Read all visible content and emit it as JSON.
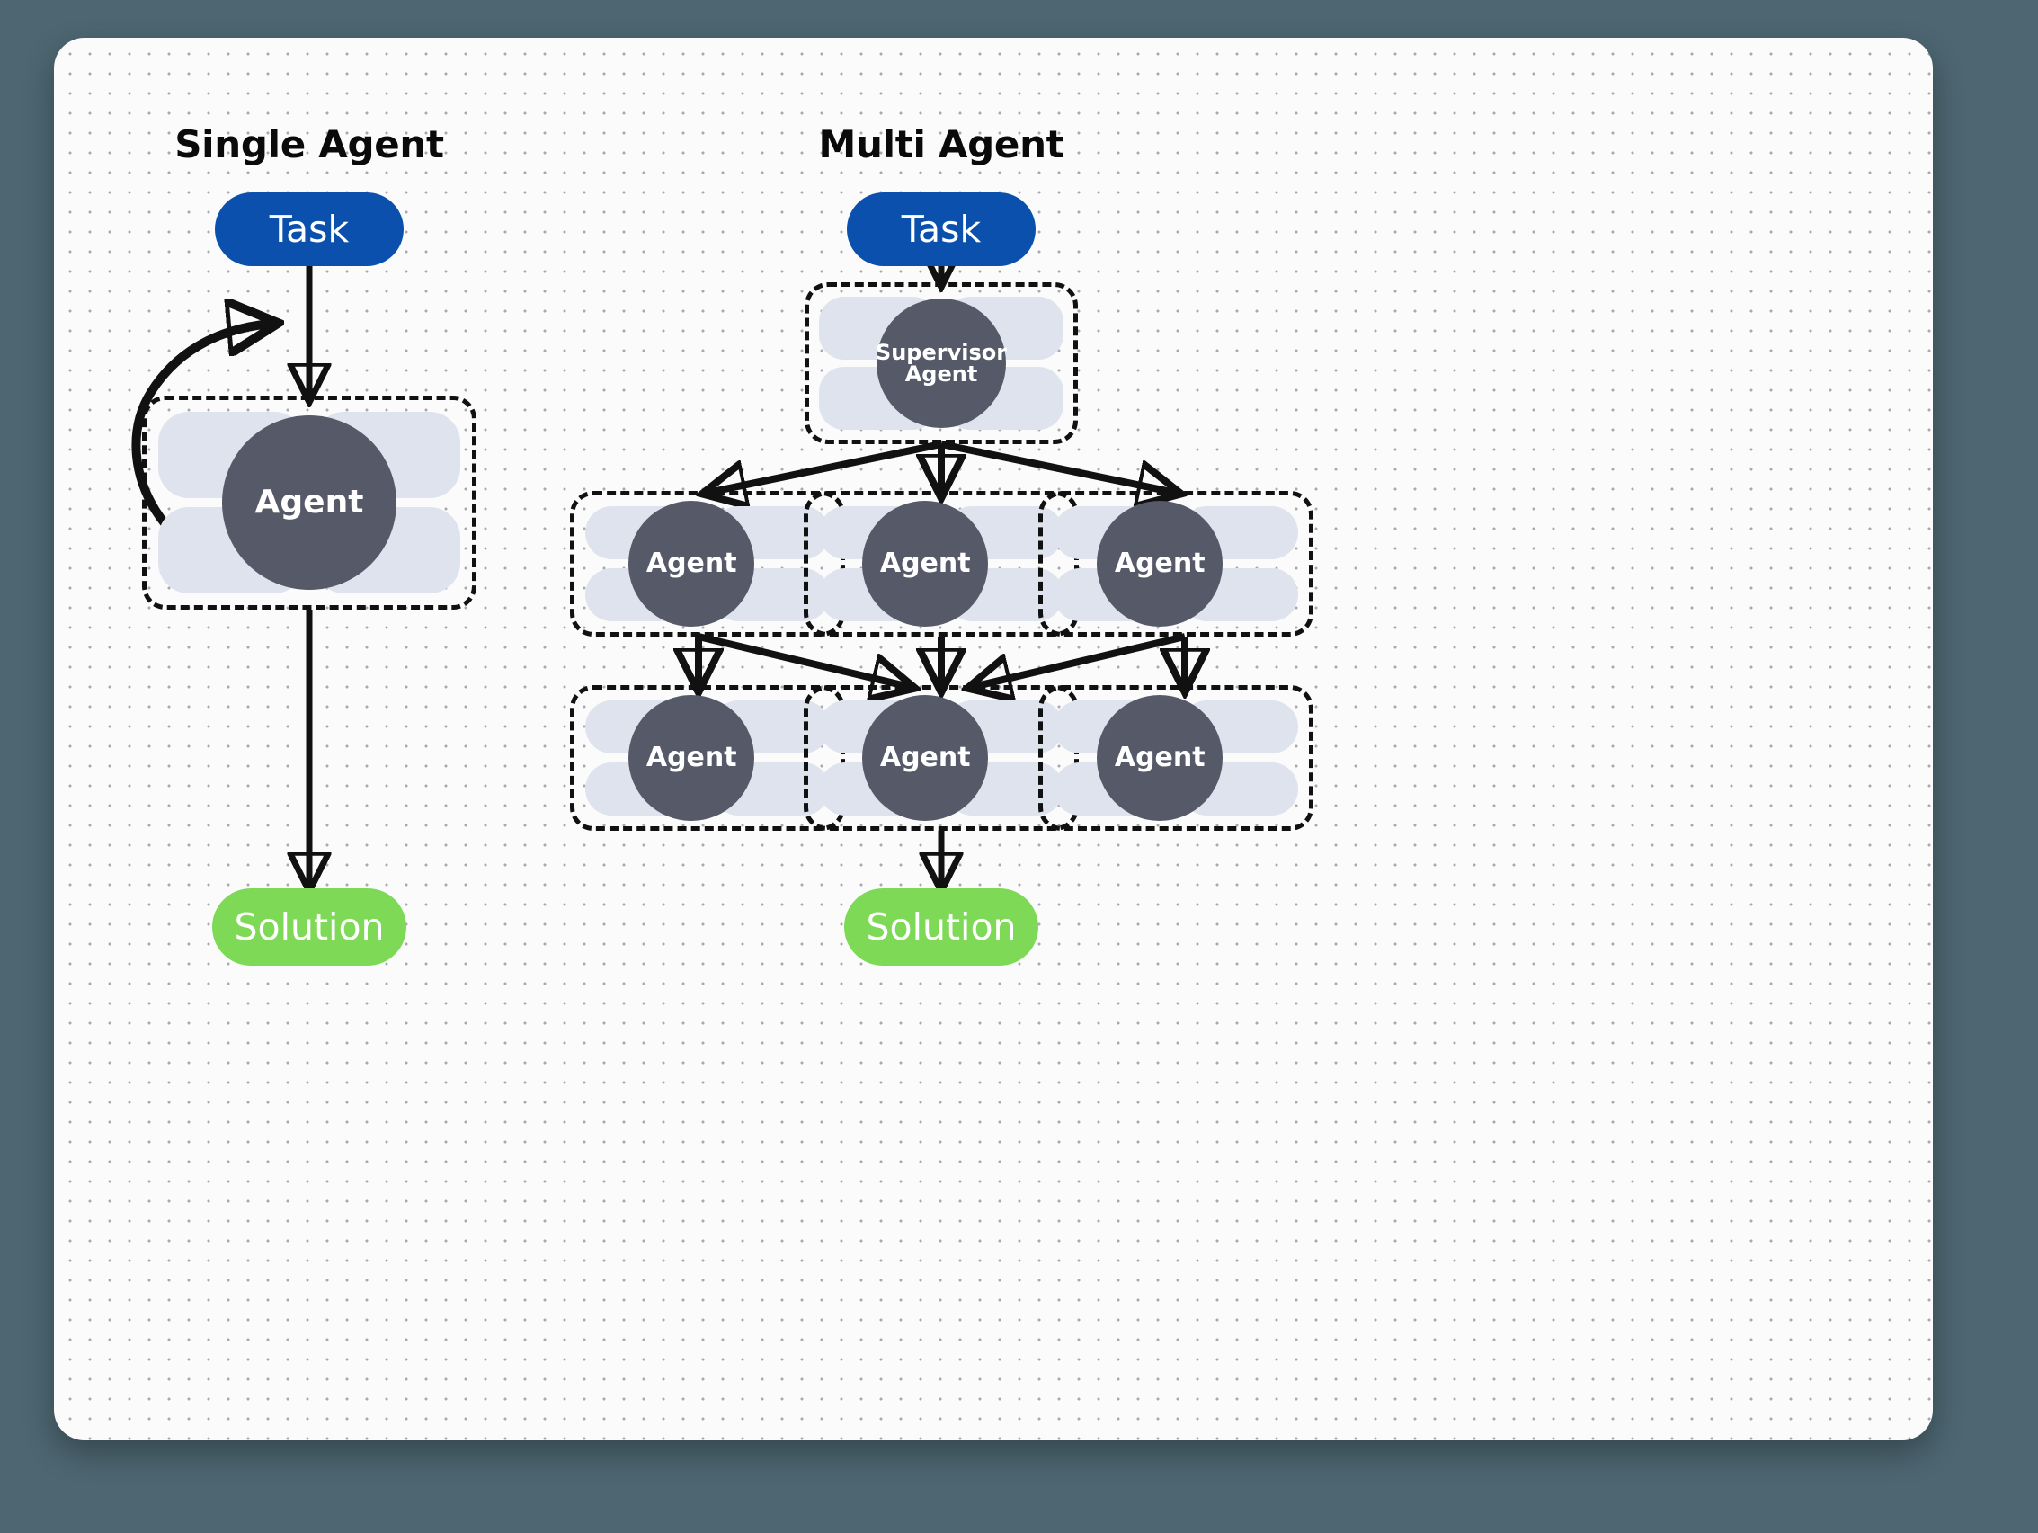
{
  "theme": {
    "page_background": "#4d6671",
    "card_background": "#fbfbfb",
    "dot_color": "#a8a8ae",
    "task_color": "#0b50ad",
    "solution_color": "#7ed957",
    "agent_circle_color": "#565a68",
    "petal_color": "#dee3ed",
    "stroke_color": "#111111"
  },
  "panels": {
    "single": {
      "title": "Single Agent",
      "task_label": "Task",
      "agent_label": "Agent",
      "solution_label": "Solution"
    },
    "multi": {
      "title": "Multi Agent",
      "task_label": "Task",
      "supervisor_label_line1": "Supervisor",
      "supervisor_label_line2": "Agent",
      "solution_label": "Solution",
      "row1": [
        {
          "label": "Agent"
        },
        {
          "label": "Agent"
        },
        {
          "label": "Agent"
        }
      ],
      "row2": [
        {
          "label": "Agent"
        },
        {
          "label": "Agent"
        },
        {
          "label": "Agent"
        }
      ]
    }
  }
}
